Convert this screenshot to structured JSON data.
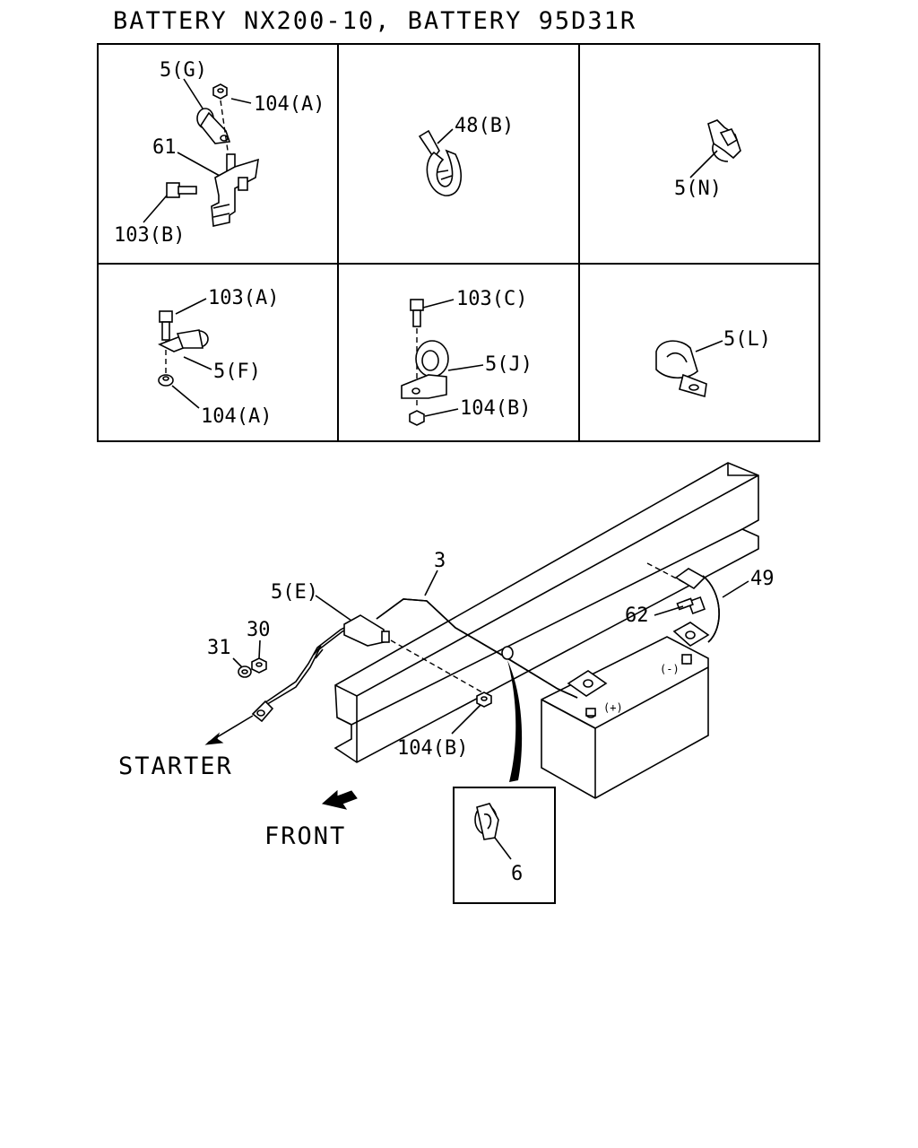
{
  "title": "BATTERY NX200-10, BATTERY 95D31R",
  "grid_labels": {
    "cell1": {
      "a": "5(G)",
      "b": "104(A)",
      "c": "61",
      "d": "103(B)"
    },
    "cell2": {
      "a": "48(B)"
    },
    "cell3": {
      "a": "5(N)"
    },
    "cell4": {
      "a": "103(A)",
      "b": "5(F)",
      "c": "104(A)"
    },
    "cell5": {
      "a": "103(C)",
      "b": "5(J)",
      "c": "104(B)"
    },
    "cell6": {
      "a": "5(L)"
    }
  },
  "main_labels": {
    "cable": "3",
    "clip_e": "5(E)",
    "nut_30": "30",
    "washer_31": "31",
    "ground_cable": "49",
    "bolt_62": "62",
    "nut_104b": "104(B)",
    "terminal_neg": "(-)",
    "terminal_pos": "(+)",
    "starter": "STARTER",
    "front": "FRONT",
    "detail_6": "6"
  }
}
